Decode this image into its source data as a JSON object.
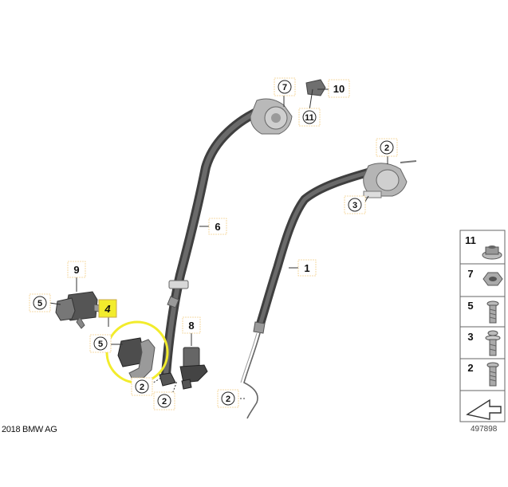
{
  "callouts": {
    "p7": "7",
    "p10": "10",
    "p11": "11",
    "p6": "6",
    "p2_top_right": "2",
    "p3": "3",
    "p1": "1",
    "p9": "9",
    "p5_left": "5",
    "p4": "4",
    "p5_mid": "5",
    "p8": "8",
    "p2_bottom_left": "2",
    "p2_bottom_mid": "2",
    "p2_bottom_right": "2"
  },
  "legend": {
    "items": [
      {
        "label": "11",
        "icon": "flange-nut-icon"
      },
      {
        "label": "7",
        "icon": "hex-nut-icon"
      },
      {
        "label": "5",
        "icon": "bolt-icon"
      },
      {
        "label": "3",
        "icon": "bolt-with-collar-icon"
      },
      {
        "label": "2",
        "icon": "bolt-icon"
      }
    ]
  },
  "colors": {
    "highlight": "#f2ec2c",
    "belt": "#4a4a4a"
  },
  "footer": {
    "copyright": "2018 BMW AG",
    "doc_number": "497898"
  }
}
